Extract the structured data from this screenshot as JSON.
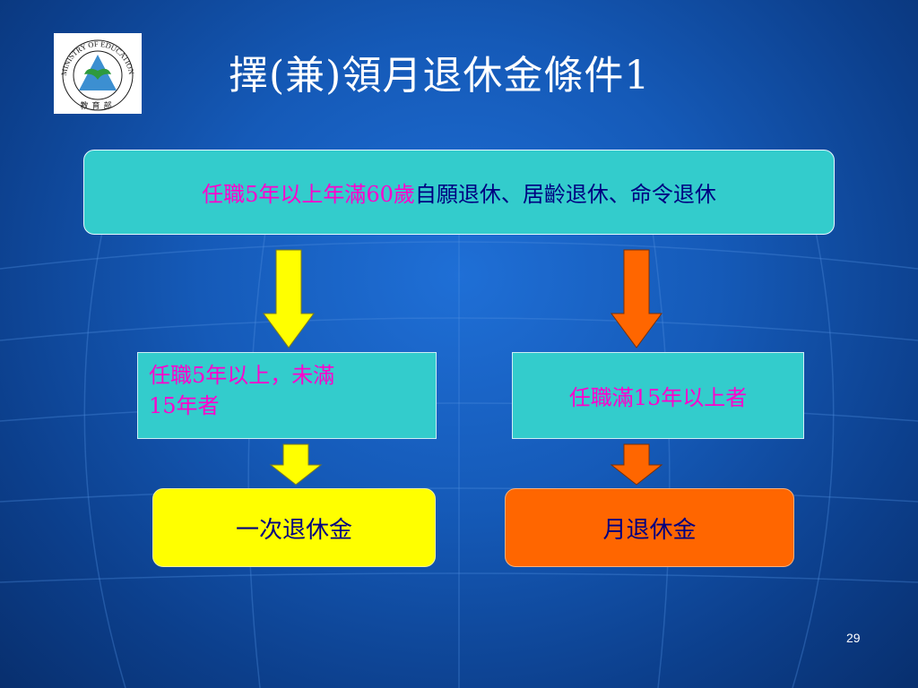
{
  "slide": {
    "title": "擇(兼)領月退休金條件1",
    "page_number": "29"
  },
  "logo": {
    "text_arc": "MINISTRY OF EDUCATION",
    "chinese": "教育部"
  },
  "condition": {
    "highlight": "任職5年以上年滿60歲",
    "types": "自願退休、居齡退休、命令退休"
  },
  "branch_left": {
    "line1": "任職5年以上，未滿",
    "line2": "15年者",
    "result": "一次退休金"
  },
  "branch_right": {
    "text": "任職滿15年以上者",
    "result": "月退休金"
  },
  "colors": {
    "background": "#155ab8",
    "box_teal": "#33cccc",
    "arrow_yellow": "#ffff00",
    "arrow_orange": "#ff6600",
    "text_magenta": "#ff00cc",
    "text_navy": "#000080"
  }
}
